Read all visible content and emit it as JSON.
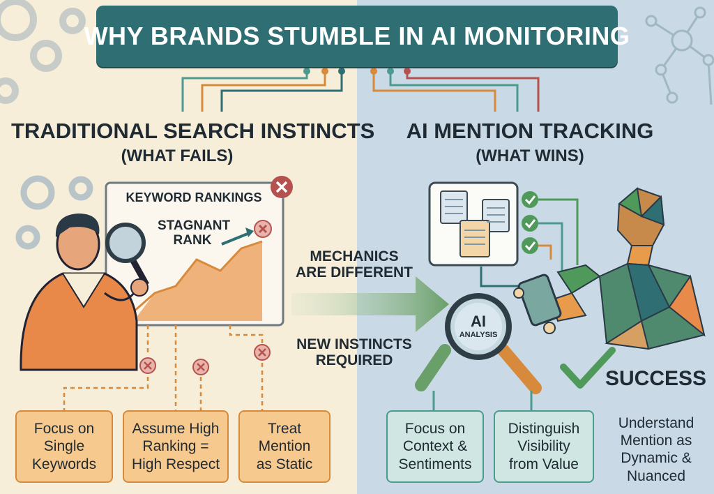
{
  "title": "WHY BRANDS STUMBLE IN AI MONITORING",
  "left": {
    "heading_line1": "TRADITIONAL SEARCH INSTINCTS",
    "heading_line2": "(WHAT FAILS)",
    "chart_title": "KEYWORD RANKINGS",
    "stagnant_line1": "STAGNANT",
    "stagnant_line2": "RANK",
    "boxes": [
      {
        "line1": "Focus on",
        "line2": "Single",
        "line3": "Keywords"
      },
      {
        "line1": "Assume High",
        "line2": "Ranking =",
        "line3": "High Respect"
      },
      {
        "line1": "Treat",
        "line2": "Mention",
        "line3": "as Static"
      }
    ],
    "accent_color": "#d78a3c",
    "fail_color": "#b5524f"
  },
  "center": {
    "mechanics_line1": "MECHANICS",
    "mechanics_line2": "ARE DIFFERENT",
    "instincts_line1": "NEW INSTINCTS",
    "instincts_line2": "REQUIRED",
    "arrow_color": "#6a9f6a"
  },
  "right": {
    "heading_line1": "AI MENTION TRACKING",
    "heading_line2": "(WHAT WINS)",
    "ai_label": "AI",
    "analysis_label": "ANALYSIS",
    "success_label": "SUCCESS",
    "boxes": [
      {
        "line1": "Focus on",
        "line2": "Context &",
        "line3": "Sentiments"
      },
      {
        "line1": "Distinguish",
        "line2": "Visibility",
        "line3": "from Value"
      }
    ],
    "plain_item": {
      "line1": "Understand",
      "line2": "Mention as",
      "line3": "Dynamic &",
      "line4": "Nuanced"
    },
    "accent_color": "#2f6f73",
    "success_color": "#4f9a5a"
  }
}
